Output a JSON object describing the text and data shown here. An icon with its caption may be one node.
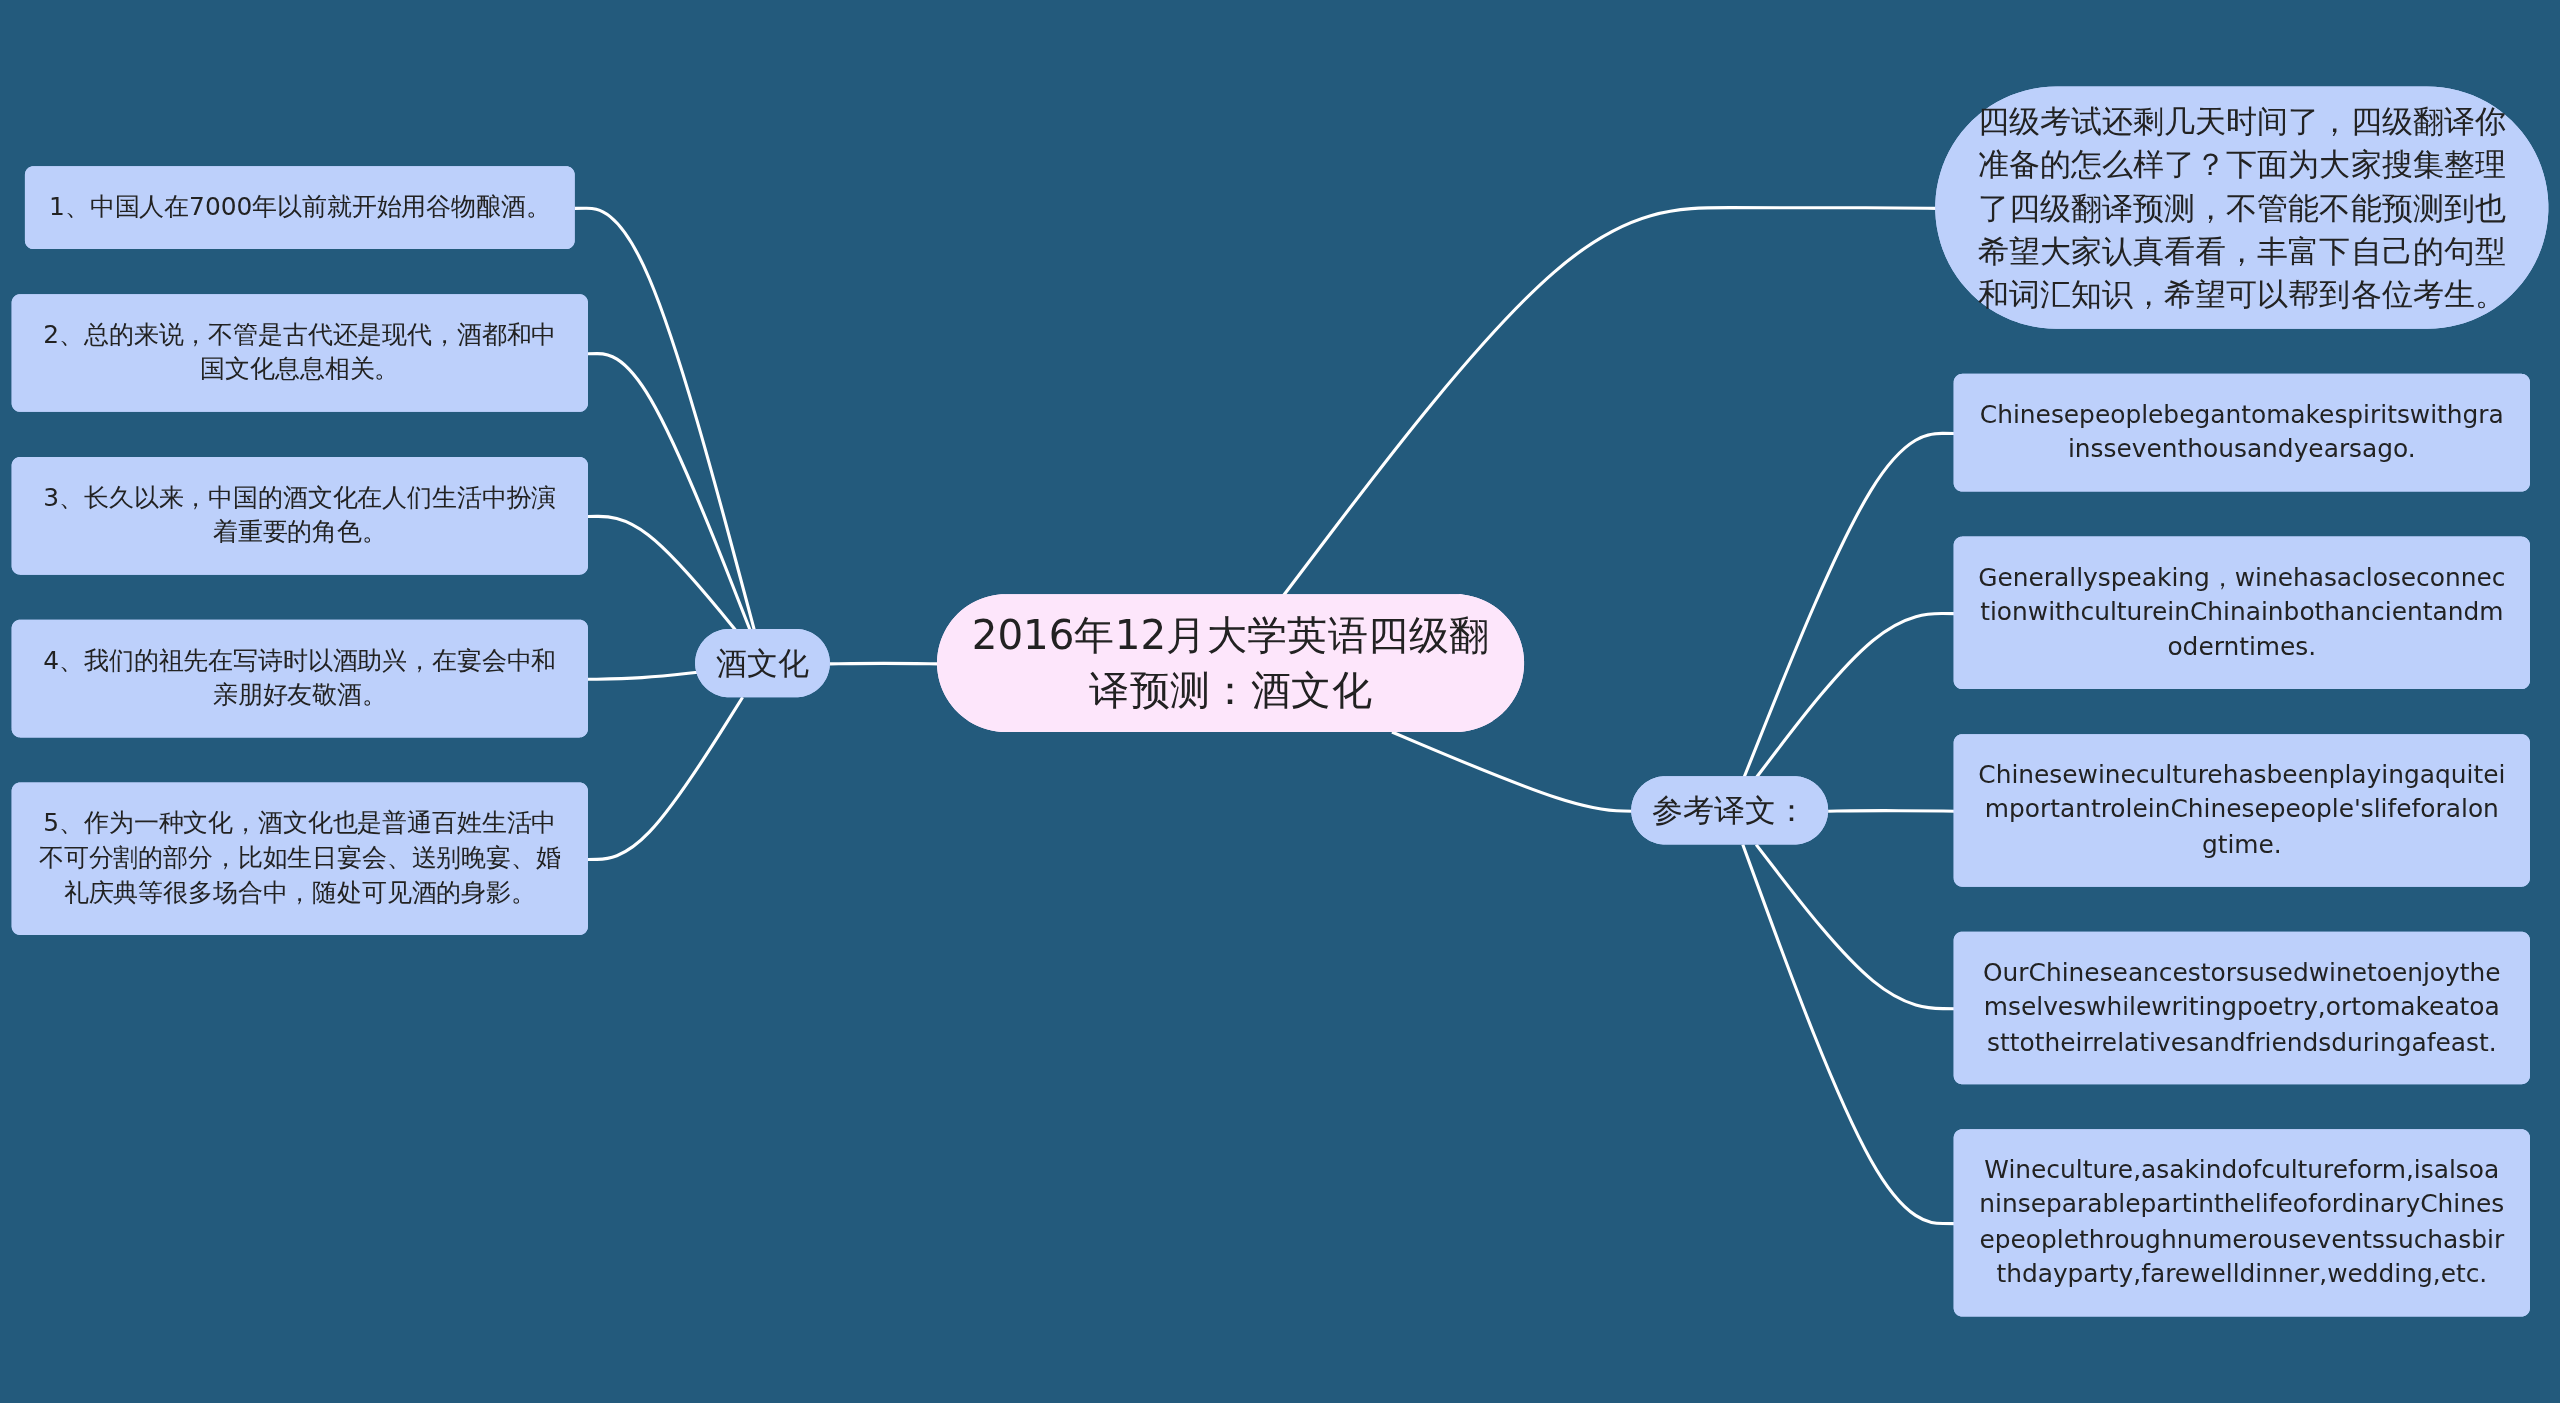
{
  "diagram": {
    "nodes": [
      {
        "text": [
          "2016年12月大学英语四级翻译预测：酒文化"
        ]
      },
      {
        "text": [
          "酒文化"
        ]
      },
      {
        "text": [
          "1、中国人在7000年以前就开始用谷物酿酒。"
        ]
      },
      {
        "text": [
          "2、总的来说，不管是古代还是现代，酒都和中国文化息息相关。"
        ]
      },
      {
        "text": [
          "3、长久以来，中国的酒文化在人们生活中扮演着重要的角色。"
        ]
      },
      {
        "text": [
          "4、我们的祖先在写诗时以酒助兴，在宴会中和亲朋好友敬酒。"
        ]
      },
      {
        "text": [
          "5、作为一种文化，酒文化也是普通百姓生活中不可分割的部分，比如生日宴会、送别晚宴、婚礼庆典等很多场合中，随处可见酒的身影。"
        ]
      },
      {
        "text": [
          "四级考试还剩几天时间了，四级翻译你准备的怎么样了？下面为大家搜集整理了四级翻译预测，不管能不能预测到也希望大家认真看看，丰富下自己的句型和词汇知识，希望可以帮到各位考生。"
        ]
      },
      {
        "text": [
          "参考译文："
        ]
      },
      {
        "text": [
          "Chinesepeoplebegantomakespiritswithgrainsseventhousandyearsago."
        ]
      },
      {
        "text": [
          "Generallyspeaking，winehasacloseconnectionwithcultureinChinainbothancientandmoderntimes."
        ]
      },
      {
        "text": [
          "ChinesewineculturehasbeenplayingaquiteimportantroleinChinesepeople'slifeforalongtime."
        ]
      },
      {
        "text": [
          "OurChineseancestorsusedwinetoenjoythemselveswhilewritingpoetry,ortomakeatoasttotheirrelativesandfriendsduringafeast."
        ]
      },
      {
        "text": [
          "Wineculture,asakindofcultureform,isalsoaninseparablepartinthelifeofordinaryChinesepeoplethroughnumerouseventssuchasbirthdayparty,farewelldinner,wedding,etc."
        ]
      }
    ],
    "edges": [
      {
        "from": 2,
        "to": 1,
        "arrow": "none"
      },
      {
        "from": 3,
        "to": 1,
        "arrow": "none"
      },
      {
        "from": 4,
        "to": 1,
        "arrow": "none"
      },
      {
        "from": 5,
        "to": 1,
        "arrow": "none"
      },
      {
        "from": 6,
        "to": 1,
        "arrow": "none"
      },
      {
        "from": 1,
        "to": 0,
        "arrow": "none"
      },
      {
        "from": 0,
        "to": 7,
        "arrow": "none"
      },
      {
        "from": 0,
        "to": 8,
        "arrow": "none"
      },
      {
        "from": 8,
        "to": 9,
        "arrow": "none"
      },
      {
        "from": 8,
        "to": 10,
        "arrow": "none"
      },
      {
        "from": 8,
        "to": 11,
        "arrow": "none"
      },
      {
        "from": 8,
        "to": 12,
        "arrow": "none"
      },
      {
        "from": 8,
        "to": 13,
        "arrow": "none"
      }
    ]
  }
}
